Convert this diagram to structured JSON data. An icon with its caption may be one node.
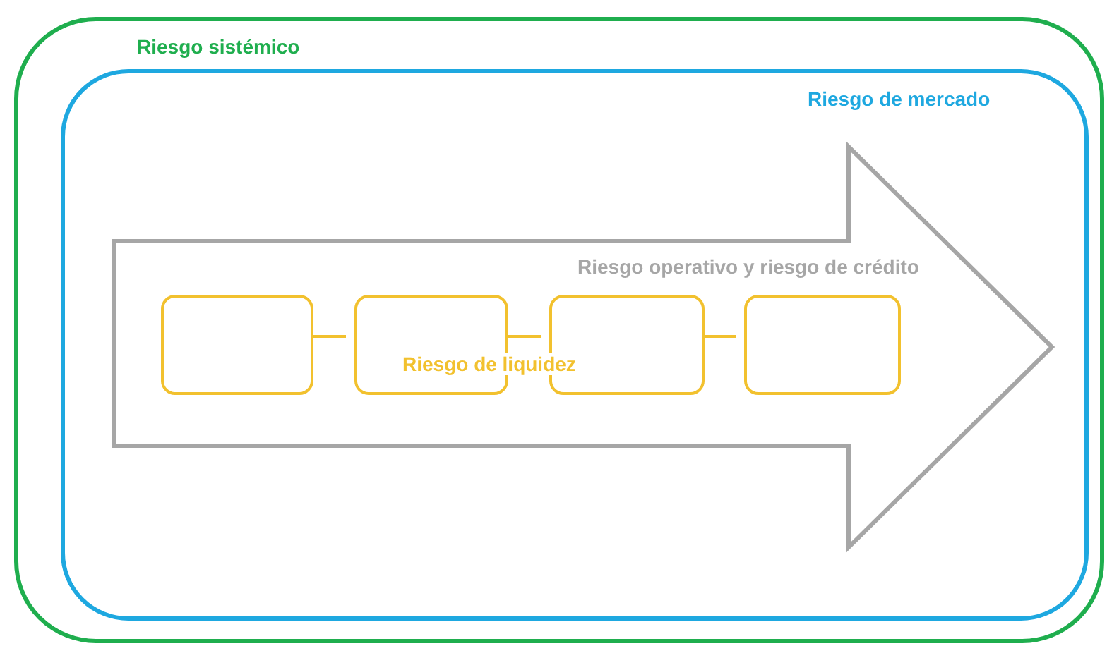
{
  "diagram": {
    "nodes": [
      {
        "text": [
          "Riesgo sistémico"
        ]
      },
      {
        "text": [
          "Riesgo de mercado"
        ],
        "in": 0
      },
      {
        "text": [
          "Riesgo operativo y riesgo de crédito"
        ],
        "in": 1
      },
      {
        "text": [],
        "shape": "box",
        "in": 2
      },
      {
        "text": [],
        "shape": "box",
        "in": 2
      },
      {
        "text": [],
        "shape": "box",
        "in": 2
      },
      {
        "text": [],
        "shape": "box",
        "in": 2
      }
    ],
    "edges": [
      {
        "from": 3,
        "to": 4,
        "arrow": "none"
      },
      {
        "from": 4,
        "to": 5,
        "arrow": "none"
      },
      {
        "from": 5,
        "to": 6,
        "arrow": "none"
      }
    ],
    "labels": [
      "Riesgo de liquidez"
    ]
  }
}
